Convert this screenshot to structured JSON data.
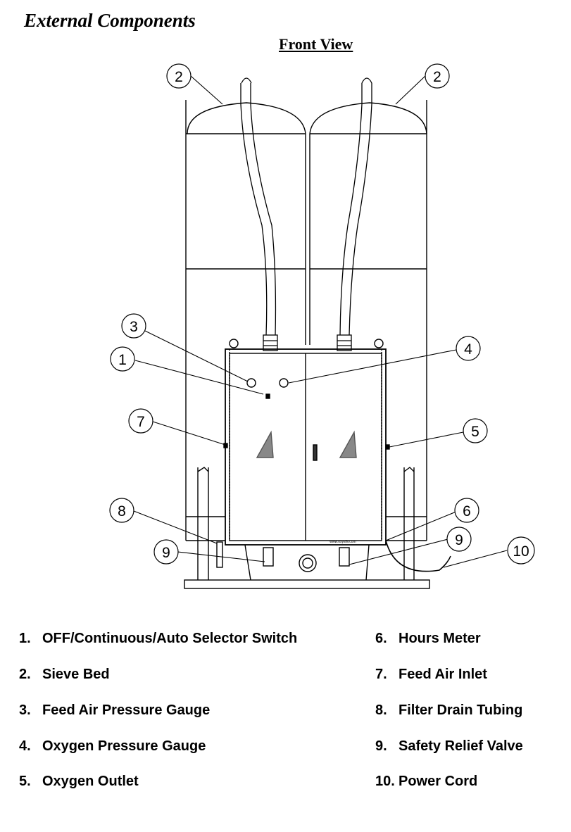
{
  "heading": "External Components",
  "subheading": "Front View",
  "website": "www.oxysilv.com",
  "callouts": [
    "1",
    "2",
    "3",
    "4",
    "5",
    "6",
    "7",
    "8",
    "9",
    "10"
  ],
  "legend": {
    "left": [
      {
        "num": "1.",
        "label": "OFF/Continuous/Auto Selector Switch"
      },
      {
        "num": "2.",
        "label": "Sieve Bed"
      },
      {
        "num": "3.",
        "label": "Feed Air Pressure Gauge"
      },
      {
        "num": "4.",
        "label": "Oxygen Pressure Gauge"
      },
      {
        "num": "5.",
        "label": "Oxygen Outlet"
      }
    ],
    "right": [
      {
        "num": "6.",
        "label": "Hours Meter"
      },
      {
        "num": "7.",
        "label": "Feed Air Inlet"
      },
      {
        "num": "8.",
        "label": "Filter Drain Tubing"
      },
      {
        "num": "9.",
        "label": "Safety Relief Valve"
      },
      {
        "num": "10.",
        "label": "Power Cord"
      }
    ]
  }
}
